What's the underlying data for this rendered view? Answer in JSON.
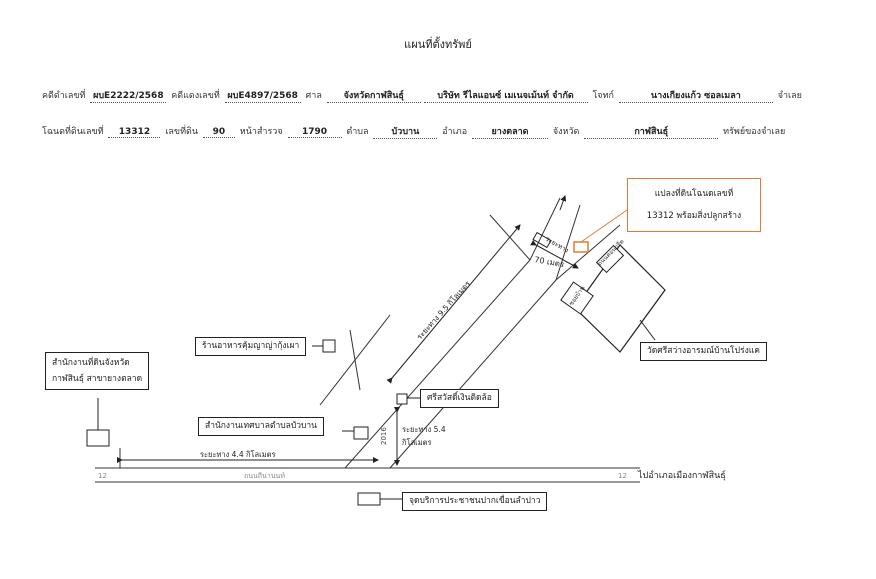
{
  "title": "แผนที่ตั้งทรัพย์",
  "line1": {
    "case_label": "คดีดำเลขที่",
    "case_no": "ผบE2222/2568",
    "red_label": "คดีแดงเลขที่",
    "red_no": "ผบE4897/2568",
    "court_label": "ศาล",
    "court": "จังหวัดกาฬสินธุ์",
    "plaintiff": "บริษัท รีไลแอนซ์ เมเนจเม้นท์ จำกัด",
    "plaintiff_label": "โจทก์",
    "defendant": "นางเกียงแก้ว ซอลเมลา",
    "defendant_label": "จำเลย"
  },
  "line2": {
    "deed_label": "โฉนดที่ดินเลขที่",
    "deed_no": "13312",
    "land_label": "เลขที่ดิน",
    "land_no": "90",
    "survey_label": "หน้าสำรวจ",
    "survey_no": "1790",
    "subdistrict_label": "ตำบล",
    "subdistrict": "บัวบาน",
    "district_label": "อำเภอ",
    "district": "ยางตลาด",
    "province_label": "จังหวัด",
    "province": "กาฬสินธุ์",
    "owner_label": "ทรัพย์ของจำเลย"
  },
  "map": {
    "parcel_callout_1": "แปลงที่ดินโฉนดเลขที่",
    "parcel_callout_2": "13312 พร้อมสิ่งปลูกสร้าง",
    "temple": "วัดศรีสว่างอารมณ์บ้านโปร่งแค",
    "restaurant": "ร้านอาหารคุ้มญาญ่ากุ้งเผา",
    "land_office_1": "สำนักงานที่ดินจังหวัด",
    "land_office_2": "กาฬสินธุ์ สาขายางตลาด",
    "municipality": "สำนักงานเทศบาลตำบลบัวบาน",
    "shrine": "ศรีสวัสดิ์เงินติดล้อ",
    "checkpoint": "จุดบริการประชาชนปากเขื่อนลำปาว",
    "to_city": "ไปอำเภอเมืองกาฬสินธุ์",
    "dist_9_5": "ระยะทาง 9.5 กิโลเมตร",
    "dist_70": "70 เมตร",
    "dist_70_side": "ระยะทาง",
    "dist_4_4": "ระยะทาง 4.4 กิโลเมตร",
    "dist_5_4_a": "ระยะทาง 5.4",
    "dist_5_4_b": "กิโลเมตร",
    "road_2016": "2016",
    "road_12a": "12",
    "road_12b": "12",
    "hwy_name": "ถนนถีนานนท์",
    "soi": "ซอยบ้าน",
    "road_small": "ถนนคอนกรีต"
  }
}
